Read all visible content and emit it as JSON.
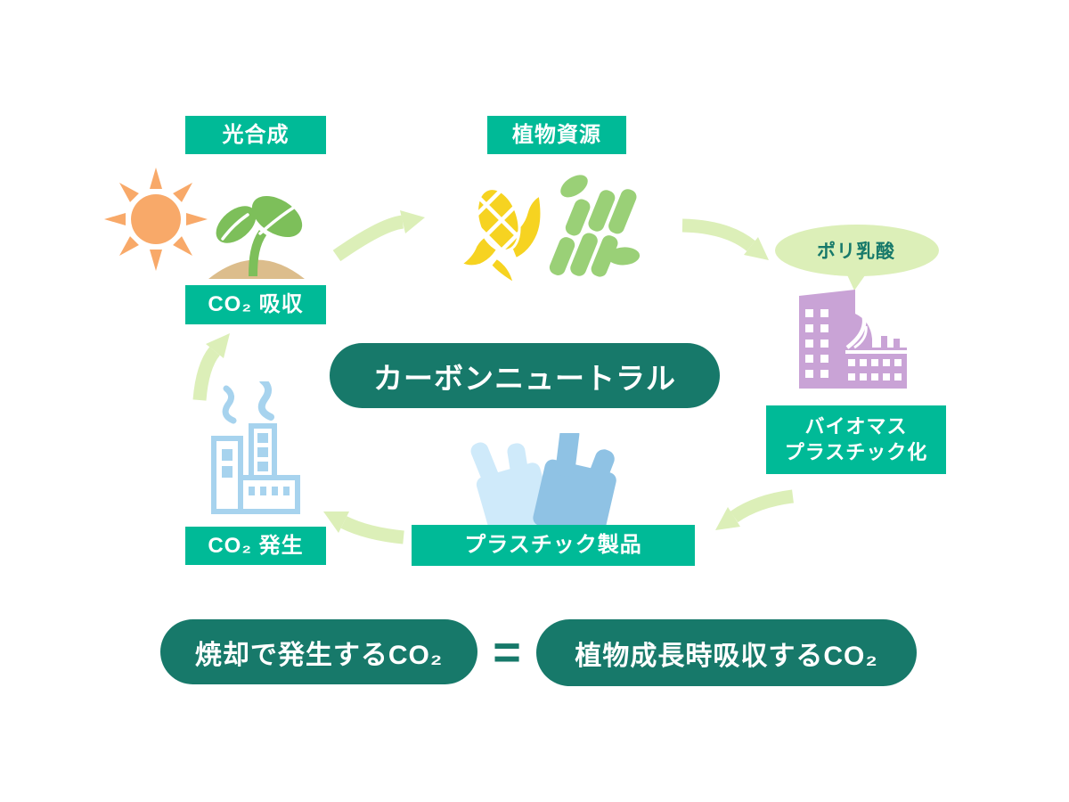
{
  "title": "カーボンニュートラル",
  "colors": {
    "label_bg": "#00ba97",
    "label_text": "#ffffff",
    "pill_bg": "#17796a",
    "pill_text": "#ffffff",
    "arrow_green": "#dcefb8",
    "bubble_bg": "#dcefb8",
    "bubble_text": "#17796a",
    "sun_orange": "#f8a969",
    "leaf_green": "#7dbf5a",
    "soil_tan": "#dcbd8c",
    "corn_yellow": "#f6d321",
    "sugarcane_green": "#9ad077",
    "factory_purple": "#c9a3d6",
    "bag_light_blue": "#cfeafa",
    "bag_blue": "#8fc2e4",
    "factory_outline_blue": "#a7d3ee"
  },
  "labels": {
    "photosynthesis": "光合成",
    "plant_resources": "植物資源",
    "co2_absorption": "CO₂ 吸収",
    "co2_generation": "CO₂ 発生",
    "plastic_products": "プラスチック製品",
    "polylactic_acid": "ポリ乳酸",
    "biomass_line1": "バイオマス",
    "biomass_line2": "プラスチック化"
  },
  "center": {
    "label": "カーボンニュートラル"
  },
  "equation": {
    "left": "焼却で発生するCO₂",
    "equals": "=",
    "right": "植物成長時吸収するCO₂"
  },
  "icons": {
    "sun": "sun-icon",
    "sprout": "sprout-icon",
    "corn": "corn-icon",
    "sugarcane": "sugarcane-icon",
    "purple_factory": "chemical-plant-icon",
    "plastic_bags": "plastic-bag-icon",
    "blue_factory": "incineration-factory-icon",
    "bubble": "speech-bubble",
    "arrows": "cycle-arrow-icon"
  }
}
